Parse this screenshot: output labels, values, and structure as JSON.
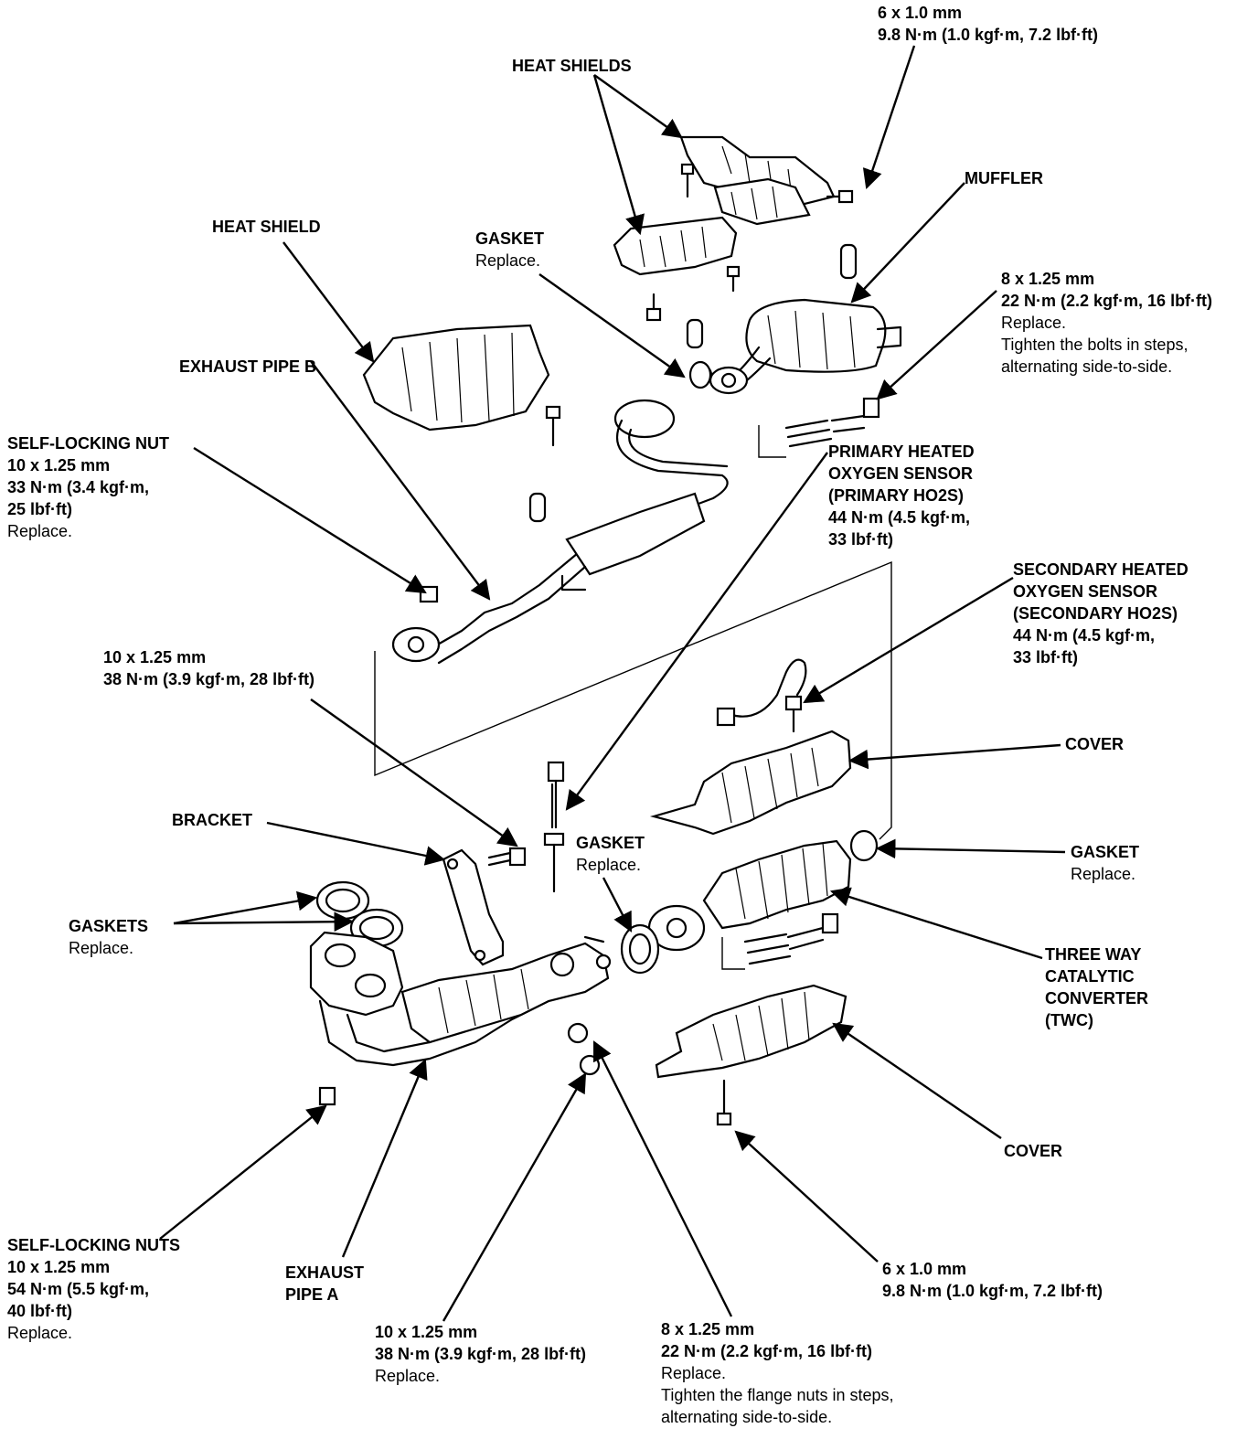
{
  "labels": {
    "heat_shields_top_bolt": {
      "title": "6 x 1.0 mm",
      "lines": [
        "9.8 N·m (1.0 kgf·m, 7.2 lbf·ft)"
      ]
    },
    "heat_shields": {
      "title": "HEAT SHIELDS",
      "lines": []
    },
    "muffler": {
      "title": "MUFFLER",
      "lines": []
    },
    "heat_shield": {
      "title": "HEAT SHIELD",
      "lines": []
    },
    "gasket_upper": {
      "title": "GASKET",
      "lines": [
        "Replace."
      ]
    },
    "muffler_bolt": {
      "title": "8 x 1.25 mm",
      "lines": [
        "22 N·m (2.2 kgf·m, 16 lbf·ft)",
        "Replace.",
        "Tighten the bolts in steps,",
        "alternating side-to-side."
      ]
    },
    "exhaust_pipe_b": {
      "title": "EXHAUST PIPE B",
      "lines": []
    },
    "self_locking_nut": {
      "title": "SELF-LOCKING NUT",
      "lines": [
        "10 x 1.25 mm",
        "33 N·m (3.4 kgf·m,",
        "25 lbf·ft)",
        "Replace."
      ]
    },
    "primary_ho2s": {
      "title": "PRIMARY HEATED",
      "lines": [
        "OXYGEN SENSOR",
        "(PRIMARY HO2S)",
        "44 N·m (4.5 kgf·m,",
        "33 lbf·ft)"
      ]
    },
    "secondary_ho2s": {
      "title": "SECONDARY HEATED",
      "lines": [
        "OXYGEN SENSOR",
        "(SECONDARY HO2S)",
        "44 N·m (4.5 kgf·m,",
        "33 lbf·ft)"
      ]
    },
    "bracket_bolt": {
      "title": "10 x 1.25 mm",
      "lines": [
        "38 N·m (3.9 kgf·m, 28 lbf·ft)"
      ]
    },
    "cover_upper": {
      "title": "COVER",
      "lines": []
    },
    "bracket": {
      "title": "BRACKET",
      "lines": []
    },
    "gasket_middle": {
      "title": "GASKET",
      "lines": [
        "Replace."
      ]
    },
    "gasket_right": {
      "title": "GASKET",
      "lines": [
        "Replace."
      ]
    },
    "gaskets": {
      "title": "GASKETS",
      "lines": [
        "Replace."
      ]
    },
    "twc": {
      "title": "THREE WAY",
      "lines": [
        "CATALYTIC",
        "CONVERTER",
        "(TWC)"
      ]
    },
    "cover_lower": {
      "title": "COVER",
      "lines": []
    },
    "self_locking_nuts": {
      "title": "SELF-LOCKING NUTS",
      "lines": [
        "10 x 1.25 mm",
        "54 N·m (5.5 kgf·m,",
        "40 lbf·ft)",
        "Replace."
      ]
    },
    "exhaust_pipe_a": {
      "title": "EXHAUST",
      "lines": [
        "PIPE A"
      ]
    },
    "flange_nuts": {
      "title": "10 x 1.25 mm",
      "lines": [
        "38 N·m (3.9 kgf·m, 28 lbf·ft)",
        "Replace."
      ]
    },
    "flange_nuts_8": {
      "title": "8 x 1.25 mm",
      "lines": [
        "22 N·m (2.2 kgf·m, 16 lbf·ft)",
        "Replace.",
        "Tighten the flange nuts in steps,",
        "alternating side-to-side."
      ]
    },
    "cover_bolt": {
      "title": "6 x 1.0 mm",
      "lines": [
        "9.8 N·m (1.0 kgf·m, 7.2 lbf·ft)"
      ]
    }
  }
}
